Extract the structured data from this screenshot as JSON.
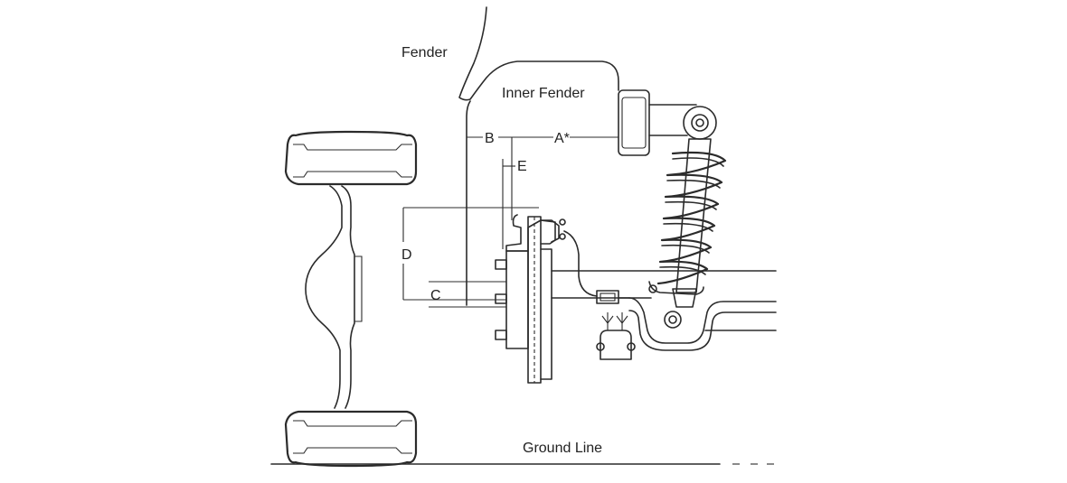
{
  "labels": {
    "fender": "Fender",
    "inner_fender": "Inner Fender",
    "dim_a": "A*",
    "dim_b": "B",
    "dim_c": "C",
    "dim_d": "D",
    "dim_e": "E",
    "ground_line": "Ground Line"
  },
  "colors": {
    "line": "#2b2b2b",
    "background": "#ffffff"
  }
}
